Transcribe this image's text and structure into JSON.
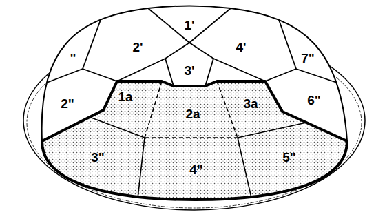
{
  "diagram": {
    "labels": [
      "\"",
      "1'",
      "7\"",
      "2'",
      "4'",
      "3'",
      "2\"",
      "6\"",
      "1a",
      "3a",
      "2a",
      "3\"",
      "5\"",
      "4\""
    ]
  }
}
